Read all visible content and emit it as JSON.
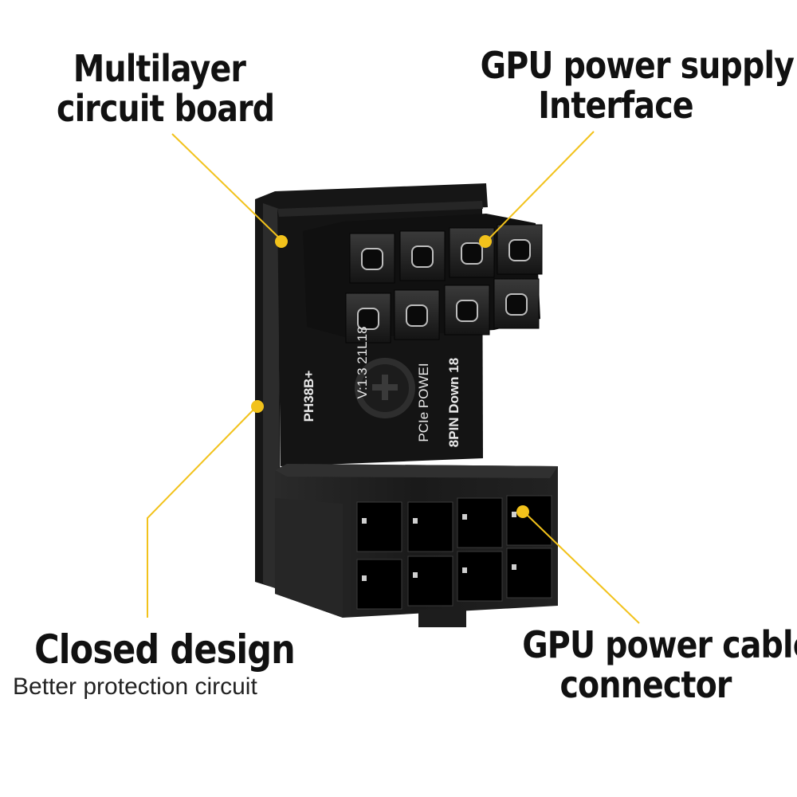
{
  "labels": {
    "multilayer": {
      "line1": "Multilayer",
      "line2": "circuit board"
    },
    "gpu_interface": {
      "line1": "GPU power supply",
      "line2": "Interface"
    },
    "closed_design": {
      "title": "Closed design",
      "subtitle": "Better protection circuit"
    },
    "gpu_cable": {
      "line1": "GPU power cable",
      "line2": "connector"
    }
  },
  "pcb_text": {
    "model": "PH38B+",
    "version": "V:1.3  21L18",
    "pcie": "PCIe POWEI",
    "pin": "8PIN Down 18"
  },
  "colors": {
    "accent": "#f2c21b",
    "body": "#1b1b1b",
    "text": "#111111"
  }
}
